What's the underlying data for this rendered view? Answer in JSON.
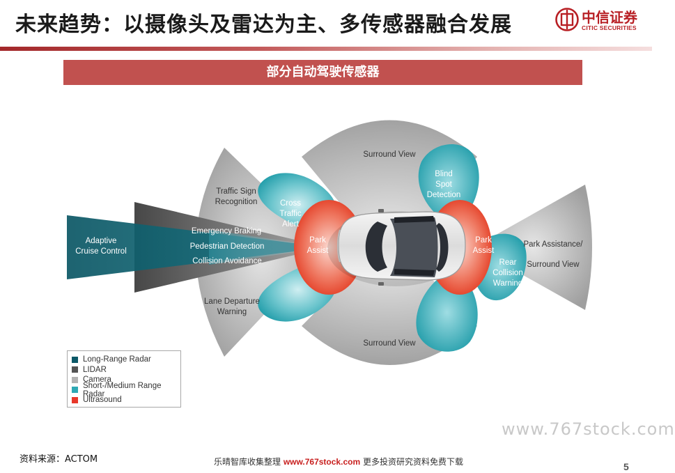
{
  "header": {
    "title": "未来趋势：以摄像头及雷达为主、多传感器融合发展",
    "logo_cn": "中信证券",
    "logo_en": "CITIC SECURITIES"
  },
  "banner": {
    "title": "部分自动驾驶传感器"
  },
  "diagram": {
    "labels": {
      "surround_top": "Surround View",
      "surround_bottom": "Surround View",
      "blind_spot": [
        "Blind",
        "Spot",
        "Detection"
      ],
      "traffic_sign": [
        "Traffic Sign",
        "Recognition"
      ],
      "cross_traffic": [
        "Cross",
        "Traffic",
        "Alert"
      ],
      "adaptive_cruise": [
        "Adaptive",
        "Cruise Control"
      ],
      "emergency_braking": "Emergency Braking",
      "pedestrian_detection": "Pedestrian Detection",
      "collision_avoidance": "Collision Avoidance",
      "park_assist_front": [
        "Park",
        "Assist"
      ],
      "park_assist_rear": [
        "Park",
        "Assist"
      ],
      "lane_departure": [
        "Lane Departure",
        "Warning"
      ],
      "rear_collision": [
        "Rear",
        "Collision",
        "Warning"
      ],
      "park_assistance_rear": [
        "Park Assistance/",
        "Surround View"
      ]
    },
    "colors": {
      "long_range_radar": "#0b5867",
      "lidar": "#545454",
      "camera": "#b3b3b3",
      "short_medium_radar": "#2ea8b4",
      "ultrasound": "#e8382a"
    }
  },
  "legend": {
    "items": [
      {
        "label": "Long-Range Radar",
        "color": "#0b5867"
      },
      {
        "label": "LIDAR",
        "color": "#545454"
      },
      {
        "label": "Camera",
        "color": "#b3b3b3"
      },
      {
        "label": "Short-/Medium Range Radar",
        "color": "#2ea8b4"
      },
      {
        "label": "Ultrasound",
        "color": "#e8382a"
      }
    ]
  },
  "footer": {
    "source": "资料来源：ACTOM",
    "note_prefix": "乐晴智库收集整理",
    "note_site": "www.767stock.com",
    "note_suffix": "更多投资研究资料免费下载",
    "watermark": "www.767stock.com",
    "page_number": "5"
  }
}
